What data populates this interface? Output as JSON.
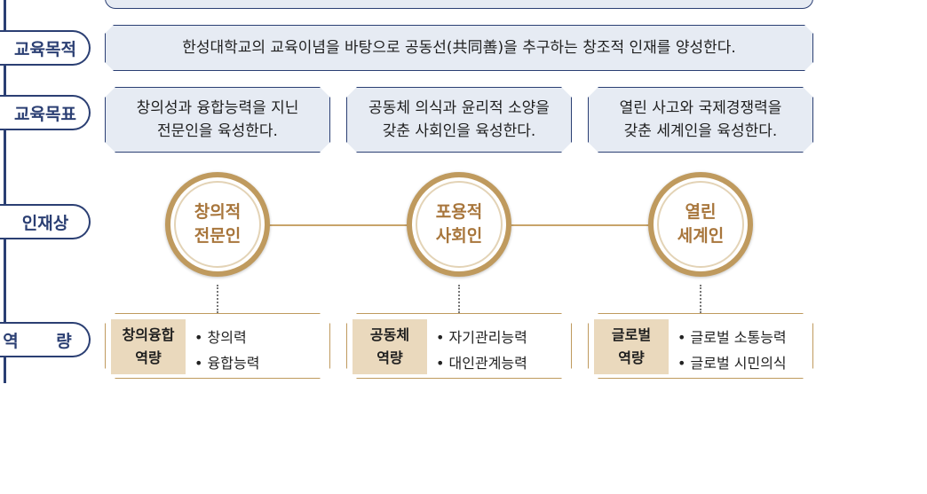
{
  "rows": {
    "purpose_tab": "교육목적",
    "goals_tab": "교육목표",
    "talent_tab": "인재상",
    "competency_tab": "역 량"
  },
  "purpose": {
    "text": "한성대학교의 교육이념을 바탕으로 공동선(共同善)을 추구하는 창조적 인재를 양성한다."
  },
  "goals": [
    {
      "text": "창의성과 융합능력을 지닌\n전문인을 육성한다."
    },
    {
      "text": "공동체 의식과 윤리적 소양을\n갖춘 사회인을 육성한다."
    },
    {
      "text": "열린 사고와 국제경쟁력을\n갖춘 세계인을 육성한다."
    }
  ],
  "talents": [
    {
      "label": "창의적\n전문인"
    },
    {
      "label": "포용적\n사회인"
    },
    {
      "label": "열린\n세계인"
    }
  ],
  "competencies": [
    {
      "tag": "창의융합\n역량",
      "items": [
        "창의력",
        "융합능력"
      ]
    },
    {
      "tag": "공동체\n역량",
      "items": [
        "자기관리능력",
        "대인관계능력"
      ]
    },
    {
      "tag": "글로벌\n역량",
      "items": [
        "글로벌 소통능력",
        "글로벌 시민의식"
      ]
    }
  ],
  "colors": {
    "navy": "#2b3f73",
    "light_blue": "#e6ebf3",
    "gold": "#bf9a5e",
    "gold_text": "#a8763c",
    "beige": "#ead9bd"
  }
}
